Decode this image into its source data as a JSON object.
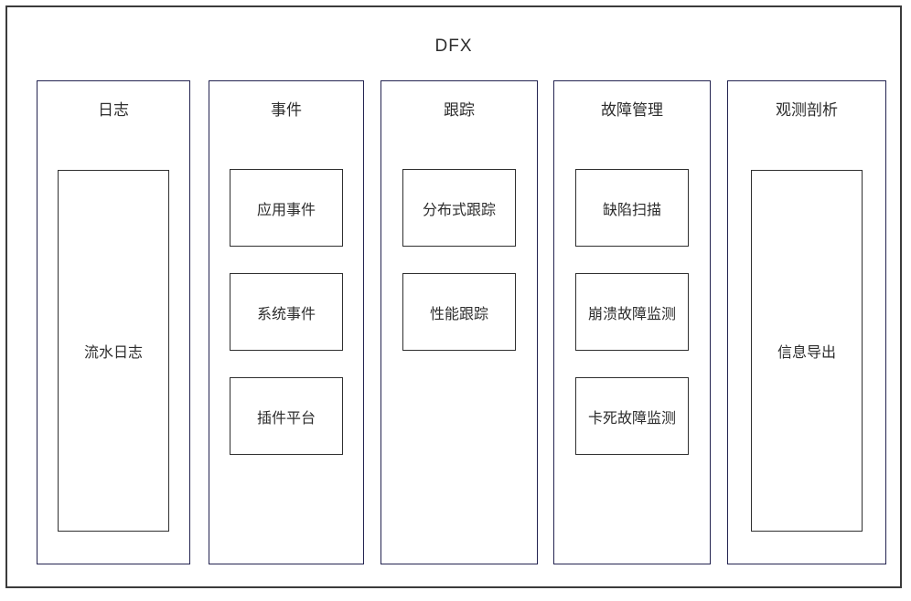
{
  "title": "DFX",
  "colors": {
    "outer-border": "#3b3b3b",
    "column-border": "#232350",
    "box-border": "#2f2f2f",
    "text": "#2d2d2d"
  },
  "columns": [
    {
      "title": "日志",
      "boxes": [
        {
          "label": "流水日志"
        }
      ]
    },
    {
      "title": "事件",
      "boxes": [
        {
          "label": "应用事件"
        },
        {
          "label": "系统事件"
        },
        {
          "label": "插件平台"
        }
      ]
    },
    {
      "title": "跟踪",
      "boxes": [
        {
          "label": "分布式跟踪"
        },
        {
          "label": "性能跟踪"
        }
      ]
    },
    {
      "title": "故障管理",
      "boxes": [
        {
          "label": "缺陷扫描"
        },
        {
          "label": "崩溃故障监测"
        },
        {
          "label": "卡死故障监测"
        }
      ]
    },
    {
      "title": "观测剖析",
      "boxes": [
        {
          "label": "信息导出"
        }
      ]
    }
  ]
}
